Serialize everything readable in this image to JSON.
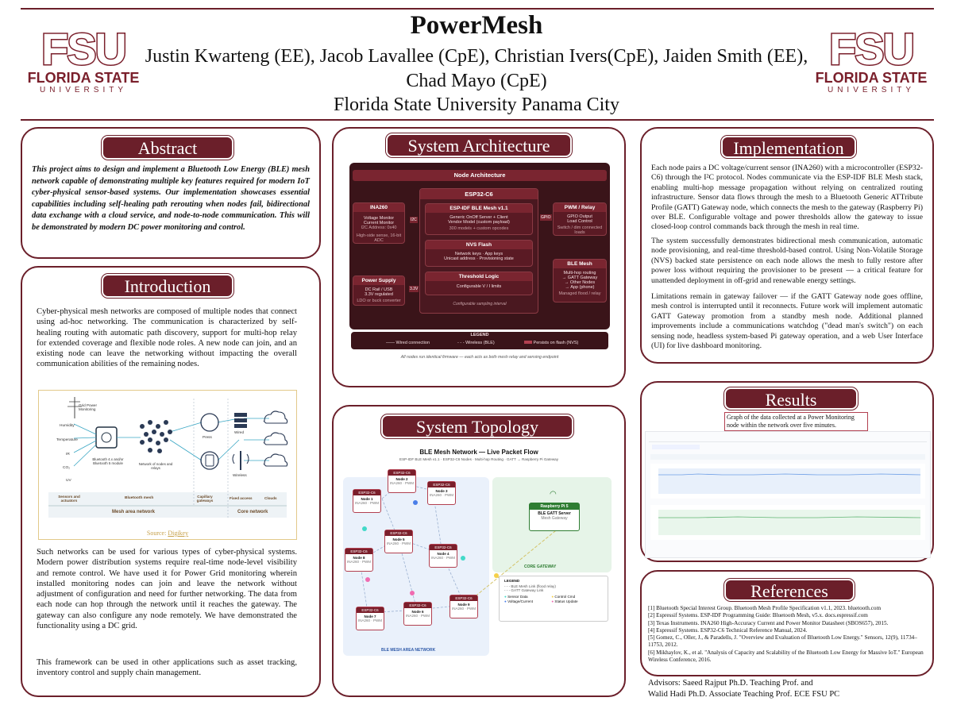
{
  "header": {
    "title": "PowerMesh",
    "authors_line1": "Justin Kwarteng (EE), Jacob Lavallee (CpE), Christian Ivers(CpE), Jaiden Smith (EE),",
    "authors_line2": "Chad Mayo (CpE)",
    "affiliation": "Florida State University Panama City",
    "logo_left": {
      "big": "FSU",
      "name": "FLORIDA STATE",
      "sub": "UNIVERSITY"
    },
    "logo_right": {
      "big": "FSU",
      "name": "FLORIDA STATE",
      "sub": "UNIVERSITY"
    }
  },
  "abstract": {
    "title": "Abstract",
    "text": "This project aims to design and implement a Bluetooth Low Energy (BLE) mesh network capable of demonstrating multiple key features required for modern IoT cyber-physical sensor-based systems. Our implementation showcases essential capabilities including self-healing path rerouting when nodes fail, bidirectional data exchange with a cloud service, and node-to-node communication. This will be demonstrated by modern DC power monitoring and control."
  },
  "introduction": {
    "title": "Introduction",
    "p1": "Cyber-physical mesh networks are composed of multiple nodes that connect using ad-hoc networking. The communication is characterized by self-healing routing with automatic path discovery, support for multi-hop relay for extended coverage and flexible node roles. A new node can join, and an existing node can leave the networking without impacting the overall communication abilities of the remaining nodes.",
    "p2": "Such networks can be used for various types of cyber-physical systems. Modern power distribution systems require real-time node-level visibility and remote control. We have used it for Power Grid monitoring wherein installed monitoring nodes can join and leave the network without adjustment of configuration and need for further networking. The data from each node can hop through the network until it reaches the gateway. The gateway can also configure any node remotely. We have demonstrated the functionality using a DC grid.",
    "p3": "This framework can be used in other applications such as asset tracking, inventory control and supply chain management.",
    "figure": {
      "labels": [
        "Grid Power Monitoring",
        "Humidity",
        "Temperature",
        "IR",
        "CO₂",
        "UV",
        "Bluetooth 4.x and/or Bluetooth 5 module",
        "Network of nodes and relays",
        "Press",
        "Wired",
        "Wireless",
        "Sensors and actuators",
        "Bluetooth mesh",
        "Capillary gateways",
        "Fixed access",
        "Clouds",
        "Mesh area network",
        "Core network"
      ],
      "source_label": "Source:",
      "source_link": "Digikey"
    }
  },
  "architecture": {
    "title": "System Architecture",
    "banner": "Node Architecture",
    "esp": "ESP32-C6",
    "ina": {
      "h": "INA260",
      "l1": "Voltage Monitor",
      "l2": "Current Monitor",
      "l3": "I2C Address: 0x40",
      "l4": "High-side sense, 16-bit ADC"
    },
    "stack": {
      "h": "ESP-IDF BLE Mesh v1.1",
      "l1": "Generic OnOff Server + Client",
      "l2": "Vendor Model (custom payload)",
      "l3": "300 models + custom opcodes"
    },
    "nvs": {
      "h": "NVS Flash",
      "l1": "Network keys · App keys",
      "l2": "Unicast address · Provisioning state"
    },
    "thr": {
      "h": "Threshold Logic",
      "l1": "Configurable V / I limits"
    },
    "sampling": "Configurable sampling interval",
    "pwm": {
      "h": "PWM / Relay",
      "l1": "GPIO Output",
      "l2": "Load Control",
      "l3": "Switch / dim connected loads"
    },
    "ble": {
      "h": "BLE Mesh",
      "l1": "Multi-hop routing",
      "l2": "→ GATT Gateway",
      "l3": "→ Other Nodes",
      "l4": "→ App (phone)",
      "l5": "Managed flood / relay"
    },
    "psu": {
      "h": "Power Supply",
      "l1": "DC Rail / USB",
      "l2": "3.3V regulated",
      "l3": "LDO or buck converter"
    },
    "pin_i2c": "I2C",
    "pin_gpio": "GPIO",
    "pin_3v3": "3.3V",
    "legend_title": "LEGEND",
    "legend": [
      "Wired connection",
      "Wireless (BLE)",
      "Persists on flash (NVS)"
    ],
    "caption": "All nodes run identical firmware — each acts as both mesh relay and sensing endpoint"
  },
  "topology": {
    "title": "System Topology",
    "diagram_title": "BLE Mesh Network — Live Packet Flow",
    "diagram_sub": "ESP-IDF BLE Mesh v1.1 · ESP32-C6 Nodes · Multi-hop Routing · GATT → Raspberry Pi Gateway",
    "nodes": [
      {
        "name": "Node 1",
        "chip": "ESP32-C6",
        "info": "INA260 · PWM"
      },
      {
        "name": "Node 2",
        "chip": "ESP32-C6",
        "info": "INA260 · PWM"
      },
      {
        "name": "Node 3",
        "chip": "ESP32-C6",
        "info": "INA260 · PWM"
      },
      {
        "name": "Node 5",
        "chip": "ESP32-C6",
        "info": "INA260 · PWM"
      },
      {
        "name": "Node 8",
        "chip": "ESP32-C6",
        "info": "INA260 · PWM"
      },
      {
        "name": "Node 4",
        "chip": "ESP32-C6",
        "info": "INA260 · PWM"
      },
      {
        "name": "Node 7",
        "chip": "ESP32-C6",
        "info": "INA260 · PWM"
      },
      {
        "name": "Node 6",
        "chip": "ESP32-C6",
        "info": "INA260 · PWM"
      },
      {
        "name": "Node 9",
        "chip": "ESP32-C6",
        "info": "INA260 · PWM"
      }
    ],
    "gateway": {
      "h": "Raspberry Pi 5",
      "l1": "BLE GATT Server",
      "l2": "Mesh Gateway"
    },
    "core_label": "CORE GATEWAY",
    "area_label": "BLE MESH AREA NETWORK",
    "legend_title": "LEGEND",
    "legend": [
      "BLE Mesh Link (flood relay)",
      "GATT Gateway Link",
      "Sensor Data",
      "Control Cmd",
      "Voltage/Current",
      "Status Update"
    ]
  },
  "implementation": {
    "title": "Implementation",
    "p1": "Each node pairs a DC voltage/current sensor (INA260) with a microcontroller (ESP32-C6) through the I²C protocol. Nodes communicate via the ESP-IDF BLE Mesh stack, enabling multi-hop message propagation without relying on centralized routing infrastructure. Sensor data flows through the mesh to a Bluetooth Generic ATTribute Profile (GATT) Gateway node, which connects the mesh to the gateway (Raspberry Pi) over BLE. Configurable voltage and power thresholds allow the gateway to issue closed-loop control commands back through the mesh in real time.",
    "p2": "The system successfully demonstrates bidirectional mesh communication, automatic node provisioning, and real-time threshold-based control. Using Non-Volatile Storage (NVS) backed state persistence on each node allows the mesh to fully restore after power loss without requiring the provisioner to be present — a critical feature for unattended deployment in off-grid and renewable energy settings.",
    "p3": "Limitations remain in gateway failover — if the GATT Gateway node goes offline, mesh control is interrupted until it reconnects. Future work will implement automatic GATT Gateway promotion from a standby mesh node. Additional planned improvements include a communications watchdog (\"dead man's switch\") on each sensing node, headless system-based Pi gateway operation, and a web User Interface (UI) for live dashboard monitoring."
  },
  "results": {
    "title": "Results",
    "caption": "Graph of the data collected at a Power Monitoring node within the network over five minutes."
  },
  "references": {
    "title": "References",
    "items": [
      "[1] Bluetooth Special Interest Group. Bluetooth Mesh Profile Specification v1.1, 2023. bluetooth.com",
      "[2] Espressif Systems. ESP-IDF Programming Guide: Bluetooth Mesh, v5.x. docs.espressif.com",
      "[3] Texas Instruments. INA260 High-Accuracy Current and Power Monitor Datasheet (SBOS657), 2015.",
      "[4] Espressif Systems. ESP32-C6 Technical Reference Manual, 2024.",
      "[5] Gomez, C., Oller, J., & Paradells, J. \"Overview and Evaluation of Bluetooth Low Energy.\" Sensors, 12(9), 11734–11753, 2012.",
      "[6] Mikhaylov, K., et al. \"Analysis of Capacity and Scalability of the Bluetooth Low Energy for Massive IoT.\" European Wireless Conference, 2016."
    ]
  },
  "advisors": {
    "line1": "Advisors: Saeed Rajput Ph.D. Teaching Prof. and",
    "line2": "Walid Hadi Ph.D. Associate Teaching Prof. ECE FSU PC"
  },
  "colors": {
    "accent": "#6b1f2a",
    "diagram_bg": "#3a1419"
  }
}
